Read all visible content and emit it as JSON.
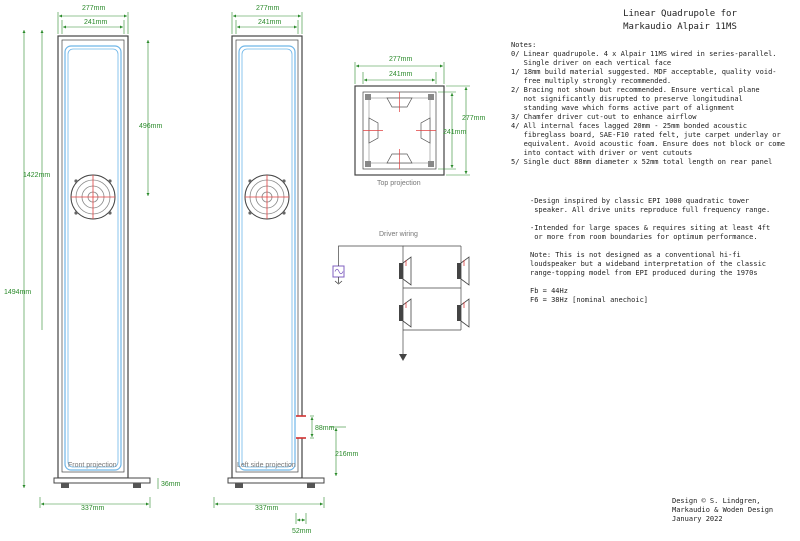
{
  "title": {
    "line1": "Linear Quadrupole for",
    "line2": "Markaudio Alpair 11MS"
  },
  "notes": {
    "heading": "Notes:",
    "items": [
      "0/ Linear quadrupole. 4 x Alpair 11MS wired in series-parallel.\n   Single driver on each vertical face",
      "1/ 18mm build material suggested. MDF acceptable, quality void-\n   free multiply strongly recommended.",
      "2/ Bracing not shown but recommended. Ensure vertical plane\n   not significantly disrupted to preserve longitudinal\n   standing wave which forms active part of alignment",
      "3/ Chamfer driver cut-out to enhance airflow",
      "4/ All internal faces lagged 20mm - 25mm bonded acoustic\n   fibreglass board, SAE-F10 rated felt, jute carpet underlay or\n   equivalent. Avoid acoustic foam. Ensure does not block or come\n   into contact with driver or vent cutouts",
      "5/ Single duct 88mm diameter x 52mm total length on rear panel"
    ]
  },
  "design_notes": [
    "-Design inspired by classic EPI 1000 quadratic tower\n speaker. All drive units reproduce full frequency range.",
    "-Intended for large spaces & requires siting at least 4ft\n or more from room boundaries for optimum performance.",
    "Note: This is not designed as a conventional hi-fi\nloudspeaker but a wideband interpretation of the classic\nrange-topping model from EPI produced during the 1970s",
    "Fb = 44Hz\nF6 = 38Hz [nominal anechoic]"
  ],
  "credit": "Design © S. Lindgren,\nMarkaudio & Woden Design\nJanuary 2022",
  "views": {
    "front_caption": "Front projection",
    "side_caption": "Left side projection",
    "top_caption": "Top projection",
    "wiring_caption": "Driver wiring"
  },
  "dimensions": {
    "outer_width": "277mm",
    "inner_width": "241mm",
    "base_width": "337mm",
    "driver_height": "496mm",
    "cabinet_height": "1422mm",
    "total_height": "1494mm",
    "foot_height": "36mm",
    "port_diameter": "88mm",
    "port_height": "216mm",
    "port_depth": "52mm"
  },
  "colors": {
    "outline": "#444444",
    "lining": "#6fb6e8",
    "dimension": "#2a8a2a",
    "driver_cross": "#e04040",
    "port": "#d03030"
  }
}
